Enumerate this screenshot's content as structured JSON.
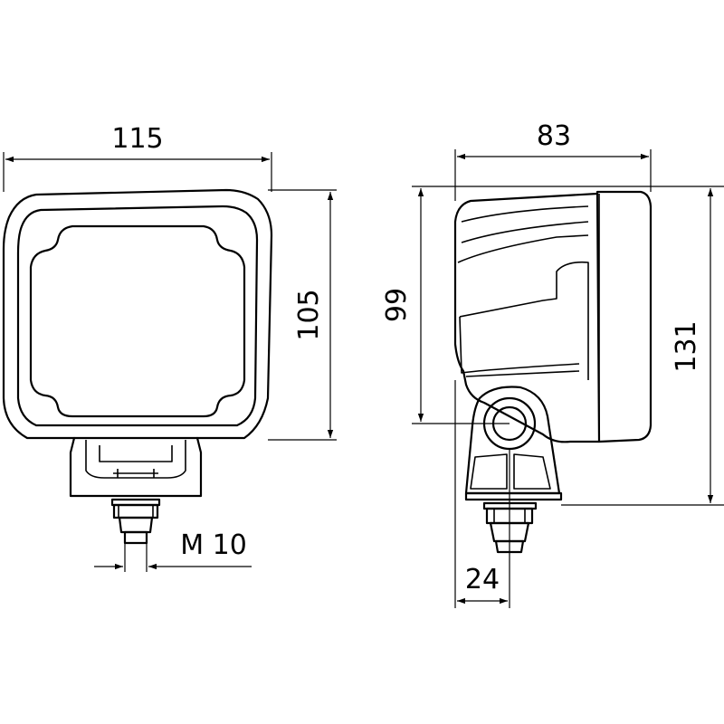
{
  "drawing": {
    "front_view": {
      "width_label": "115",
      "height_label": "105",
      "thread_label": "M 10"
    },
    "side_view": {
      "depth_label": "83",
      "pivot_height_label": "99",
      "total_height_label": "131",
      "bracket_width_label": "24"
    }
  }
}
